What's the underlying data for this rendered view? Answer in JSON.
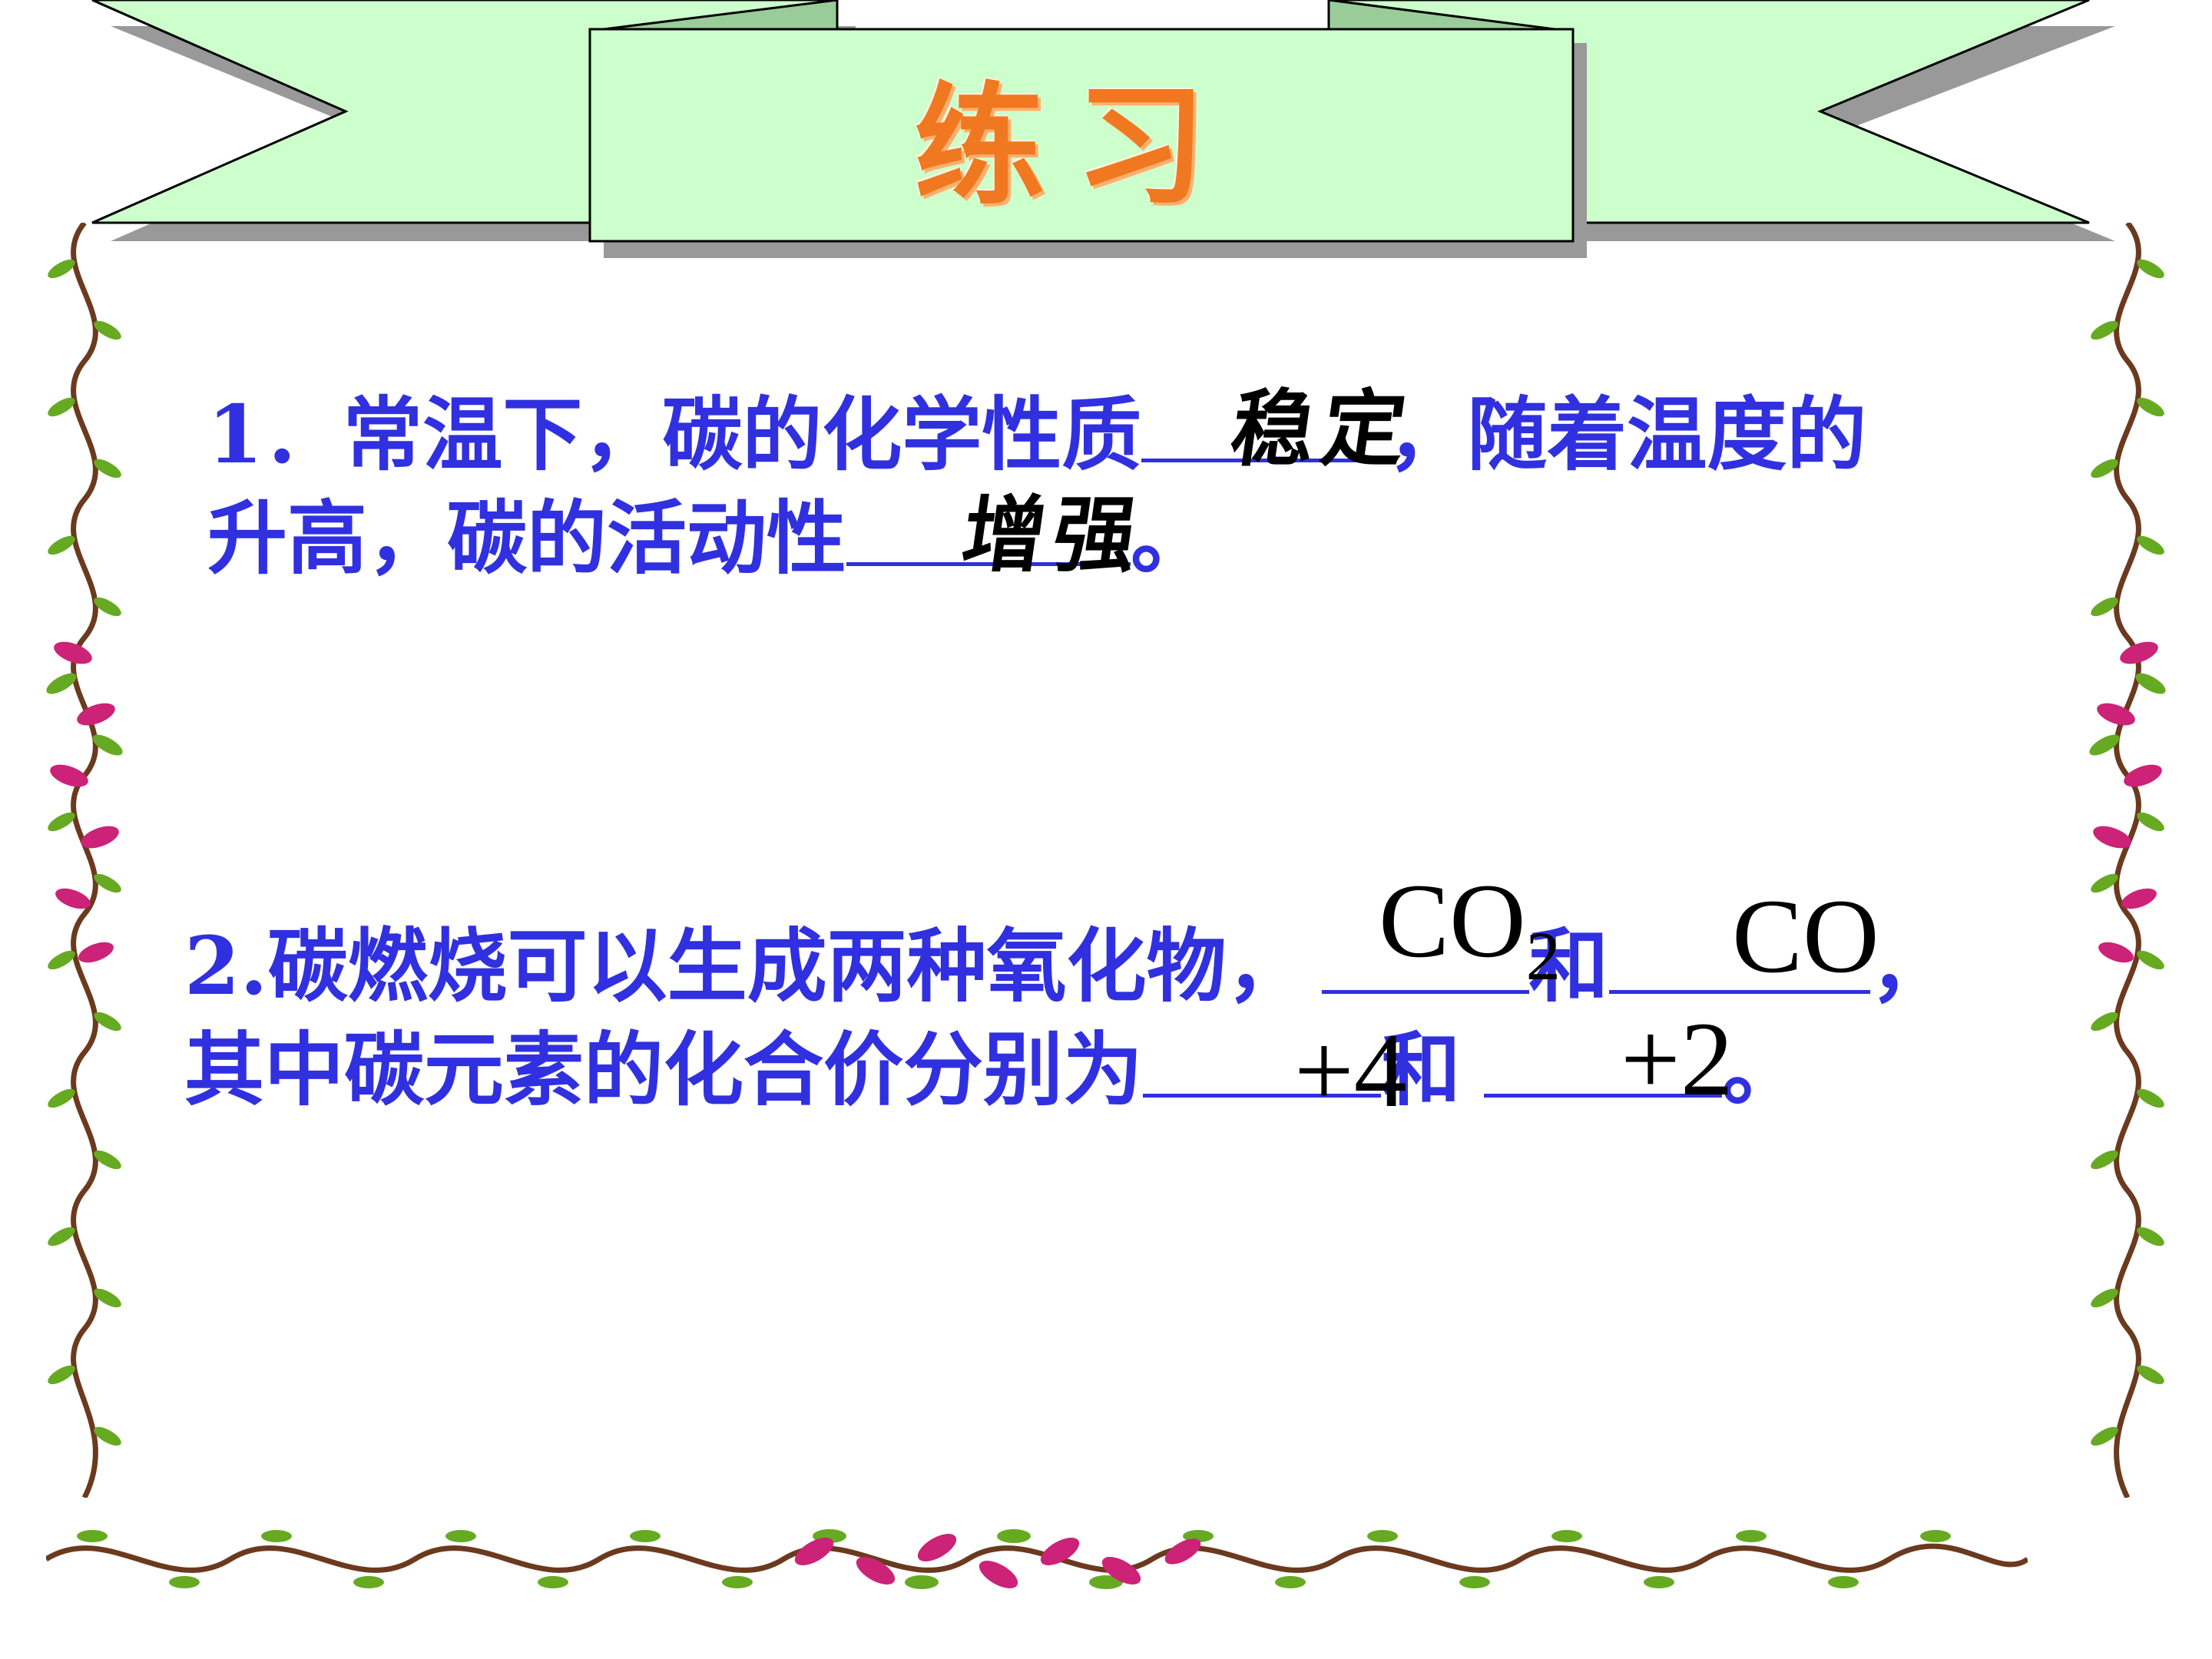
{
  "title": "练习",
  "question1": {
    "line1_a": "1．常温下，碳的化学性质",
    "line1_b": "，随着温度的",
    "line2_a": "升高，碳的活动性",
    "line2_b": "。",
    "answer_stability": "稳定",
    "answer_activity": "增强"
  },
  "question2": {
    "line1_a": "2.碳燃烧可以生成两种氧化物，",
    "line1_join": "和",
    "line1_end": "，",
    "line2_a": "其中碳元素的化合价分别为",
    "line2_join": "和",
    "line2_end": "。",
    "oxide1_base": "CO",
    "oxide1_sub": "2",
    "oxide2": "CO",
    "valence1": "+4",
    "valence2": "+2"
  },
  "colors": {
    "banner_fill": "#ccffcc",
    "question_text": "#3030e0",
    "title_text": "#f07820",
    "vine_leaf": "#66aa22",
    "vine_flower": "#cc2277"
  },
  "decorations": [
    "title-ribbon-banner",
    "left-vine-border",
    "right-vine-border",
    "bottom-vine-border"
  ]
}
